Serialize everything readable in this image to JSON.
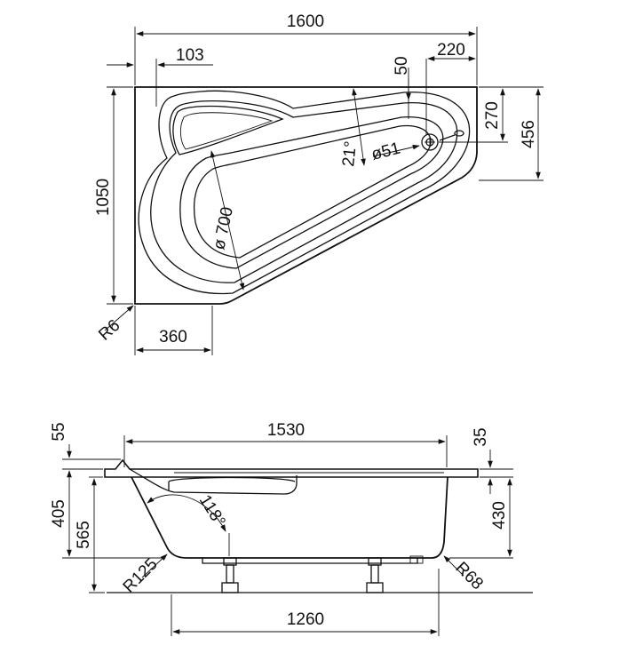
{
  "plan_view": {
    "dimensions": {
      "overall_length": "1600",
      "left_offset": "103",
      "overflow_offset": "50",
      "right_offset": "220",
      "height": "1050",
      "right_depth_small": "270",
      "right_depth_large": "456",
      "corner_radius": "R6",
      "bottom_offset": "360",
      "drain_diameter": "ø51",
      "angle": "21°",
      "bowl_diameter": "ø 700"
    }
  },
  "side_view": {
    "dimensions": {
      "length": "1530",
      "rim_left": "55",
      "rim_right": "35",
      "depth_inner": "405",
      "total_height": "565",
      "right_height": "430",
      "slope_angle": "118°",
      "radius_left": "R125",
      "radius_right": "R68",
      "legs_span": "1260"
    }
  }
}
